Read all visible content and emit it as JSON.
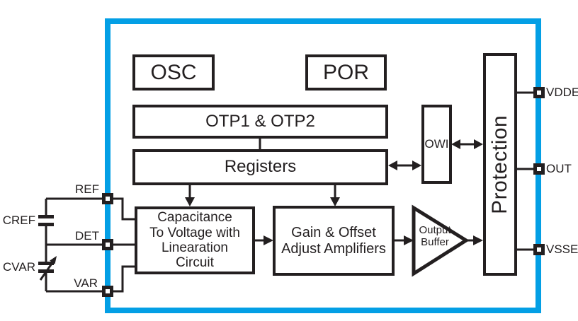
{
  "colors": {
    "chip_border": "#039fe5",
    "ink": "#231f20"
  },
  "blocks": {
    "osc": "OSC",
    "por": "POR",
    "otp": "OTP1 & OTP2",
    "registers": "Registers",
    "cap_to_voltage": "Capacitance\nTo Voltage with\nLinearation\nCircuit",
    "gain_offset": "Gain & Offset\nAdjust Amplifiers",
    "output_buffer": "Output\nBuffer",
    "owi": "OWI",
    "protection": "Protection"
  },
  "pins": {
    "left": [
      {
        "label": "REF"
      },
      {
        "label": "DET"
      },
      {
        "label": "VAR"
      }
    ],
    "right": [
      {
        "label": "VDDE"
      },
      {
        "label": "OUT"
      },
      {
        "label": "VSSE"
      }
    ]
  },
  "external_components": [
    {
      "label": "CREF",
      "type": "fixed-capacitor"
    },
    {
      "label": "CVAR",
      "type": "variable-capacitor"
    }
  ]
}
